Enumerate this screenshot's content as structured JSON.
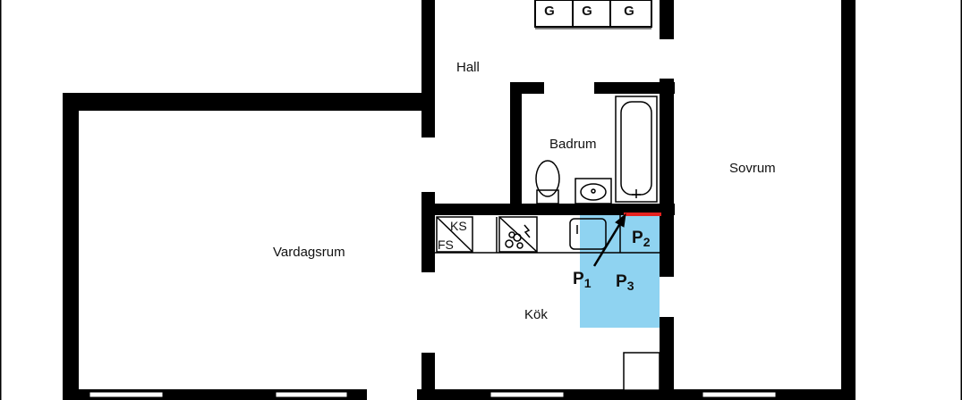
{
  "rooms": {
    "hall": "Hall",
    "badrum": "Badrum",
    "sovrum": "Sovrum",
    "vardagsrum": "Vardagsrum",
    "kok": "Kök"
  },
  "closets": [
    "G",
    "G",
    "G"
  ],
  "kitchen_labels": {
    "ks": "KS",
    "fs": "FS"
  },
  "points": {
    "p1": {
      "letter": "P",
      "index": "1"
    },
    "p2": {
      "letter": "P",
      "index": "2"
    },
    "p3": {
      "letter": "P",
      "index": "3"
    }
  },
  "colors": {
    "wall": "#000000",
    "highlight_area": "#8fd3f1",
    "highlight_edge": "#e5221f",
    "fixture": "#000000"
  }
}
